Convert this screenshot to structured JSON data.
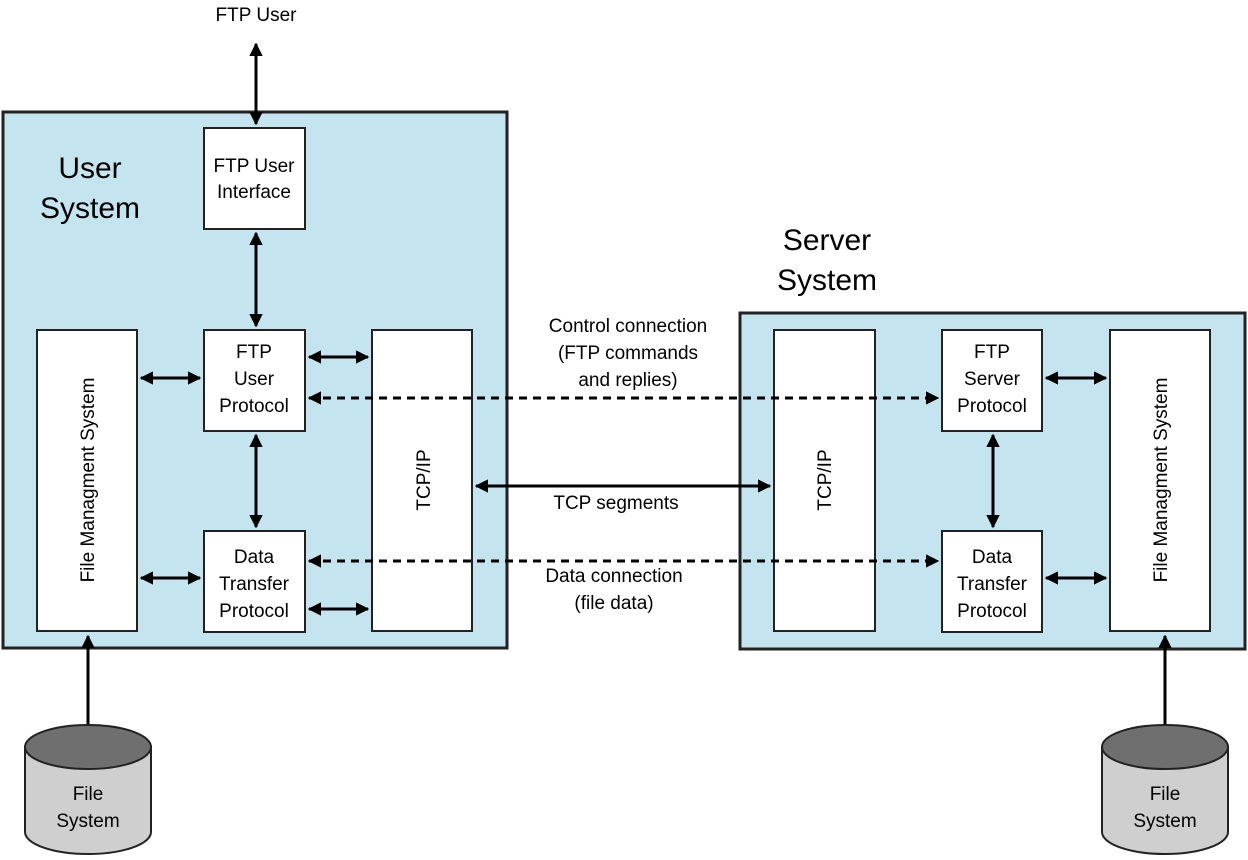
{
  "top_user_label": "FTP User",
  "user_system": {
    "title_line1": "User",
    "title_line2": "System",
    "ftp_user_interface": [
      "FTP User",
      "Interface"
    ],
    "ftp_user_protocol": [
      "FTP",
      "User",
      "Protocol"
    ],
    "data_transfer_protocol": [
      "Data",
      "Transfer",
      "Protocol"
    ],
    "tcp_ip": "TCP/IP",
    "file_management": "File Managment System"
  },
  "server_system": {
    "title_line1": "Server",
    "title_line2": "System",
    "tcp_ip": "TCP/IP",
    "ftp_server_protocol": [
      "FTP",
      "Server",
      "Protocol"
    ],
    "data_transfer_protocol": [
      "Data",
      "Transfer",
      "Protocol"
    ],
    "file_management": "File Managment System"
  },
  "connections": {
    "control": [
      "Control connection",
      "(FTP commands",
      "and replies)"
    ],
    "tcp_segments": "TCP segments",
    "data": [
      "Data connection",
      "(file data)"
    ]
  },
  "file_system_left": [
    "File",
    "System"
  ],
  "file_system_right": [
    "File",
    "System"
  ]
}
